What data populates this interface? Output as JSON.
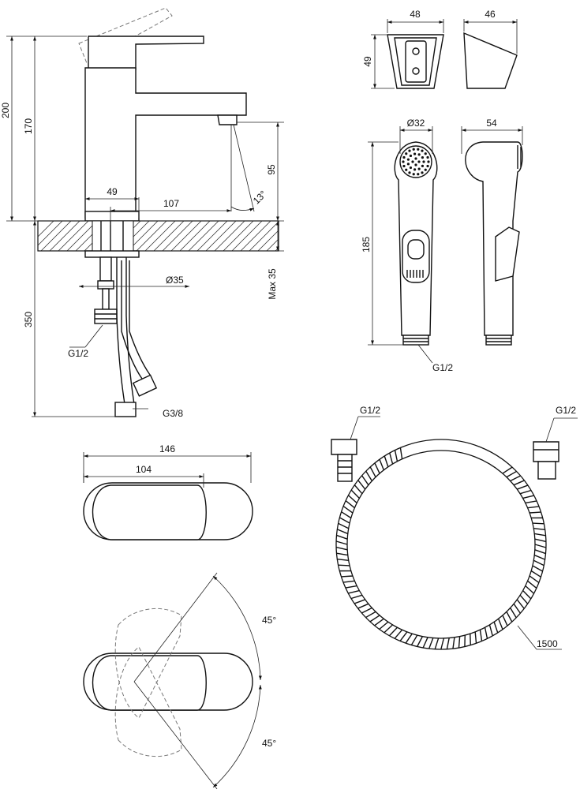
{
  "faucet": {
    "height_total": "200",
    "height_spout": "170",
    "spout_clearance": "95",
    "spout_angle": "13°",
    "body_width": "49",
    "spout_reach": "107",
    "pipe_diameter": "Ø35",
    "max_thickness": "Max 35",
    "hose_length": "350",
    "connector_a": "G1/2",
    "connector_b": "G3/8"
  },
  "holder": {
    "width_front": "48",
    "height": "49",
    "width_side": "46"
  },
  "shower_head": {
    "diameter": "Ø32",
    "depth": "54",
    "length": "185",
    "thread": "G1/2"
  },
  "handle_top": {
    "overall": "146",
    "lever": "104",
    "angle_left": "45°",
    "angle_right": "45°"
  },
  "hose": {
    "left_thread": "G1/2",
    "right_thread": "G1/2",
    "length": "1500"
  }
}
